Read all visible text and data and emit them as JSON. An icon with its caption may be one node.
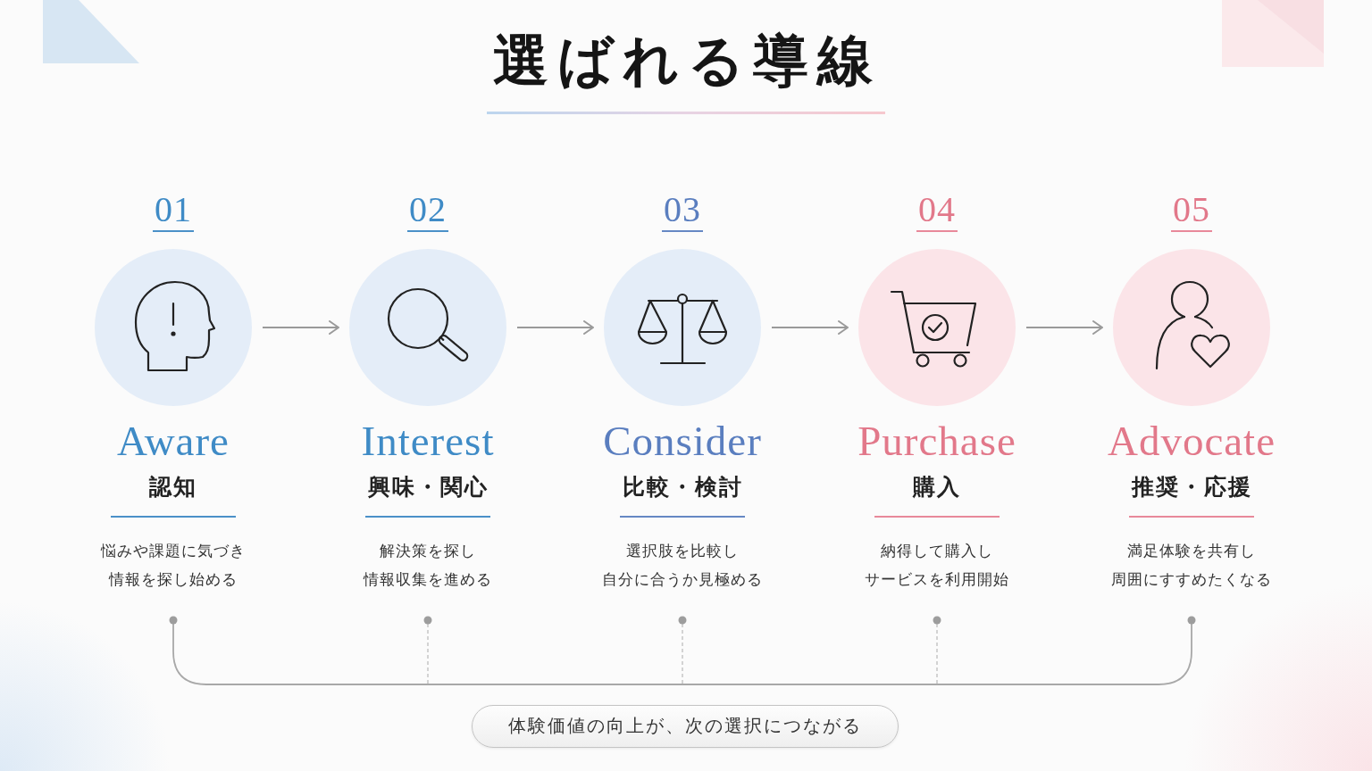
{
  "diagram": {
    "title": "選ばれる導線",
    "nodes": [
      {
        "text": [
          "01",
          "Aware",
          "認知",
          "悩みや課題に気づき情報を探し始める"
        ]
      },
      {
        "text": [
          "02",
          "Interest",
          "興味・関心",
          "解決策を探し情報収集を進める"
        ]
      },
      {
        "text": [
          "03",
          "Consider",
          "比較・検討",
          "選択肢を比較し自分に合うか見極める"
        ]
      },
      {
        "text": [
          "04",
          "Purchase",
          "購入",
          "納得して購入しサービスを利用開始"
        ]
      },
      {
        "text": [
          "05",
          "Advocate",
          "推奨・応援",
          "満足体験を共有し周囲にすすめたくなる"
        ]
      },
      {
        "text": [
          "体験価値の向上が、次の選択につながる"
        ]
      }
    ],
    "edges": [
      {
        "from": 0,
        "to": 1,
        "arrow": "to"
      },
      {
        "from": 1,
        "to": 2,
        "arrow": "to"
      },
      {
        "from": 2,
        "to": 3,
        "arrow": "to"
      },
      {
        "from": 3,
        "to": 4,
        "arrow": "to"
      }
    ]
  }
}
